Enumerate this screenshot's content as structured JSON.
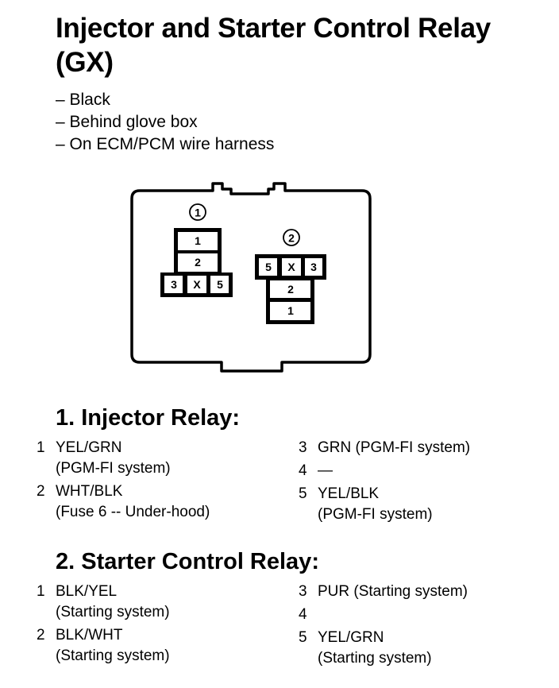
{
  "title": "Injector and Starter Control Relay (GX)",
  "notes": [
    "– Black",
    "– Behind glove box",
    "– On ECM/PCM wire harness"
  ],
  "diagram": {
    "relay1_label": "①",
    "relay2_label": "②",
    "relay1_cells": {
      "top": "1",
      "middle": "2",
      "bottom": [
        "3",
        "X",
        "5"
      ]
    },
    "relay2_cells": {
      "top": [
        "5",
        "X",
        "3"
      ],
      "middle": "2",
      "bottom": "1"
    }
  },
  "sections": [
    {
      "heading": "1. Injector Relay:",
      "pins": [
        {
          "num": "1",
          "lines": [
            "YEL/GRN",
            "(PGM-FI system)"
          ]
        },
        {
          "num": "2",
          "lines": [
            "WHT/BLK",
            "(Fuse 6 -- Under-hood)"
          ]
        },
        {
          "num": "3",
          "lines": [
            "GRN (PGM-FI system)"
          ]
        },
        {
          "num": "4",
          "lines": [
            "—"
          ]
        },
        {
          "num": "5",
          "lines": [
            "YEL/BLK",
            "(PGM-FI system)"
          ]
        }
      ]
    },
    {
      "heading": "2. Starter Control Relay:",
      "pins": [
        {
          "num": "1",
          "lines": [
            "BLK/YEL",
            "(Starting system)"
          ]
        },
        {
          "num": "2",
          "lines": [
            "BLK/WHT",
            "(Starting system)"
          ]
        },
        {
          "num": "3",
          "lines": [
            "PUR (Starting system)"
          ]
        },
        {
          "num": "4",
          "lines": [
            ""
          ]
        },
        {
          "num": "5",
          "lines": [
            "YEL/GRN",
            "(Starting system)"
          ]
        }
      ]
    }
  ]
}
